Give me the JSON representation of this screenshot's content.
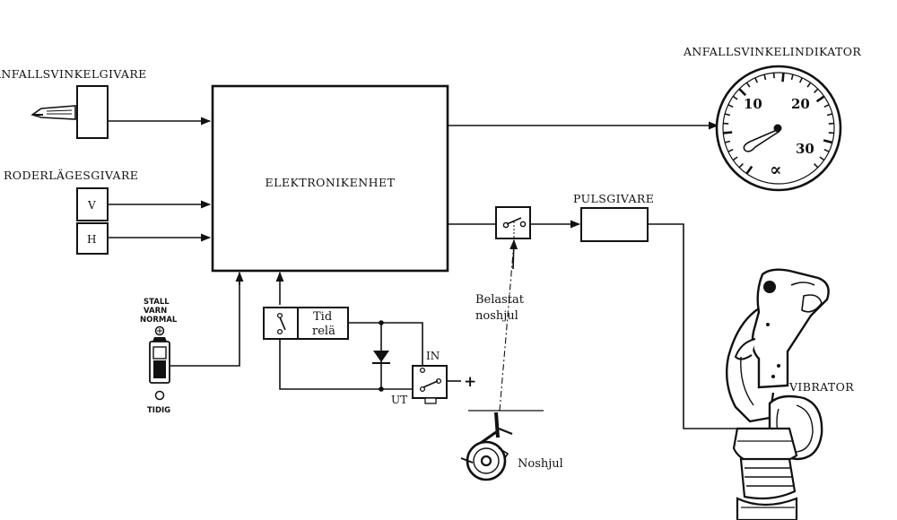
{
  "labels": {
    "aoa_sensor": "ANFALLSVINKELGIVARE",
    "rudder_sensor": "RODERLÄGESGIVARE",
    "rudder_v": "V",
    "rudder_h": "H",
    "electronics": "ELEKTRONIKENHET",
    "aoa_indicator": "ANFALLSVINKELINDIKATOR",
    "pulse_sensor": "PULSGIVARE",
    "vibrator": "VIBRATOR",
    "switch_top_1": "STALL",
    "switch_top_2": "VARN",
    "switch_top_3": "NORMAL",
    "switch_bottom": "TIDIG",
    "time_relay_1": "Tid",
    "time_relay_2": "relä",
    "sw_in": "IN",
    "sw_out": "UT",
    "plus": "+",
    "nose_loaded_1": "Belastat",
    "nose_loaded_2": "noshjul",
    "nose_wheel": "Noshjul"
  },
  "gauge": {
    "ticks": [
      "10",
      "20",
      "30"
    ],
    "symbol": "∝"
  },
  "icons": {
    "aoa_probe": "probe-icon",
    "toggle": "toggle-switch-icon",
    "diode": "diode-icon",
    "wheel": "nose-wheel-icon",
    "stick": "control-stick-icon"
  }
}
